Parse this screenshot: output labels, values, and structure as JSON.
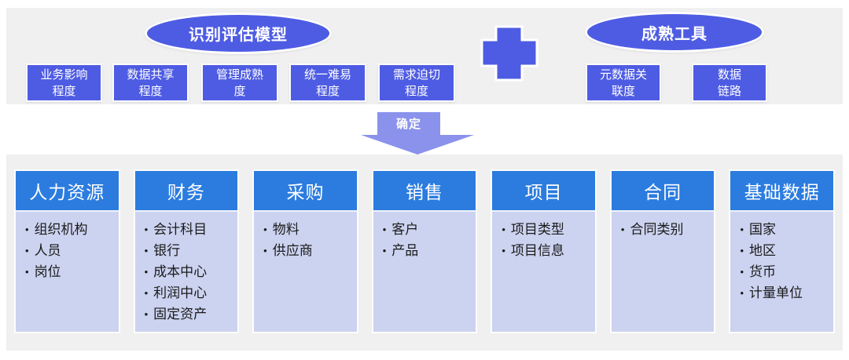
{
  "colors": {
    "indigo_shape": "#4e5ce3",
    "azure_header": "#2c7cdf",
    "lavender_body": "#ccd3f0",
    "arrow_periwinkle": "#8a92ec",
    "band_gray": "#f0f0f1",
    "text_white": "#ffffff",
    "text_dark": "#1a1a1a"
  },
  "top": {
    "model": {
      "title": "识别评估模型",
      "factors": [
        {
          "label": "业务影响程度",
          "lines": [
            "业务影响",
            "程度"
          ]
        },
        {
          "label": "数据共享程度",
          "lines": [
            "数据共享",
            "程度"
          ]
        },
        {
          "label": "管理成熟度",
          "lines": [
            "管理成熟",
            "度"
          ]
        },
        {
          "label": "统一难易程度",
          "lines": [
            "统一难易",
            "程度"
          ]
        },
        {
          "label": "需求迫切程度",
          "lines": [
            "需求迫切",
            "程度"
          ]
        }
      ]
    },
    "plus_icon": "plus-icon",
    "tools": {
      "title": "成熟工具",
      "factors": [
        {
          "label": "元数据关联度",
          "lines": [
            "元数据关",
            "联度"
          ]
        },
        {
          "label": "数据链路",
          "lines": [
            "数据",
            "链路"
          ]
        }
      ]
    }
  },
  "arrow": {
    "label": "确定"
  },
  "domains": [
    {
      "title": "人力资源",
      "items": [
        "组织机构",
        "人员",
        "岗位"
      ]
    },
    {
      "title": "财务",
      "items": [
        "会计科目",
        "银行",
        "成本中心",
        "利润中心",
        "固定资产"
      ]
    },
    {
      "title": "采购",
      "items": [
        "物料",
        "供应商"
      ]
    },
    {
      "title": "销售",
      "items": [
        "客户",
        "产品"
      ]
    },
    {
      "title": "项目",
      "items": [
        "项目类型",
        "项目信息"
      ]
    },
    {
      "title": "合同",
      "items": [
        "合同类别"
      ]
    },
    {
      "title": "基础数据",
      "items": [
        "国家",
        "地区",
        "货币",
        "计量单位"
      ]
    }
  ]
}
